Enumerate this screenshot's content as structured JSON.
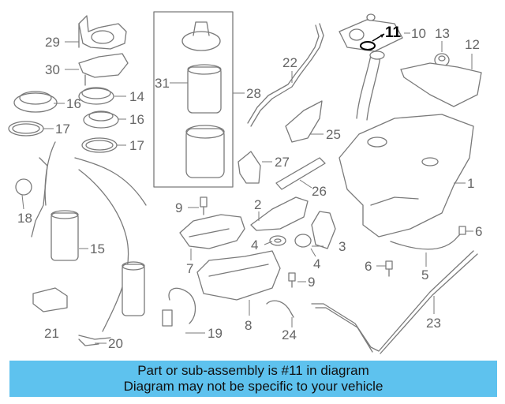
{
  "diagram": {
    "highlight_part": "11",
    "callouts": [
      "1",
      "2",
      "3",
      "4",
      "4",
      "5",
      "6",
      "6",
      "7",
      "8",
      "9",
      "9",
      "10",
      "11",
      "12",
      "13",
      "14",
      "15",
      "16",
      "16",
      "17",
      "17",
      "18",
      "19",
      "20",
      "21",
      "22",
      "23",
      "24",
      "25",
      "26",
      "27",
      "28",
      "29",
      "30",
      "31"
    ]
  },
  "banner": {
    "line1": "Part or sub-assembly is #11 in diagram",
    "line2": "Diagram may not be specific to your vehicle"
  }
}
